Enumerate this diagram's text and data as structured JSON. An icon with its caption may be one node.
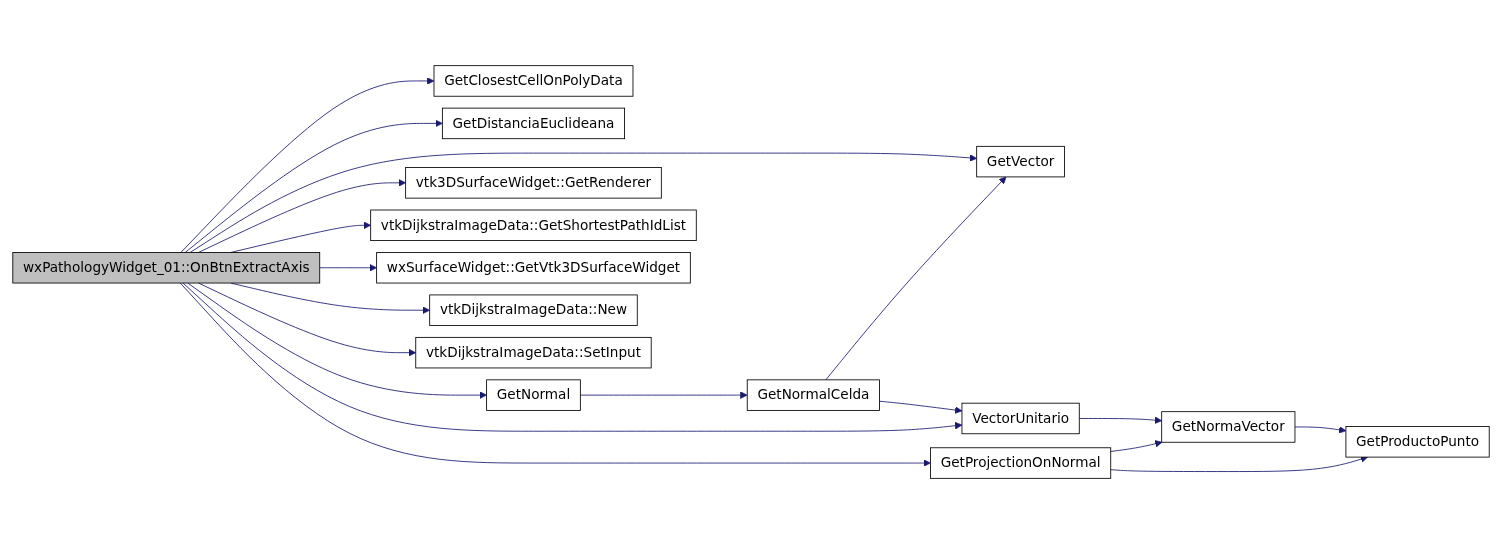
{
  "diagram": {
    "nodes": [
      {
        "text": [
          "wxPathologyWidget_01::OnBtnExtractAxis"
        ]
      },
      {
        "text": [
          "GetClosestCellOnPolyData"
        ]
      },
      {
        "text": [
          "GetDistanciaEuclideana"
        ]
      },
      {
        "text": [
          "GetVector"
        ]
      },
      {
        "text": [
          "GetNormal"
        ]
      },
      {
        "text": [
          "GetNormalCelda"
        ]
      },
      {
        "text": [
          "VectorUnitario"
        ]
      },
      {
        "text": [
          "GetNormaVector"
        ]
      },
      {
        "text": [
          "GetProductoPunto"
        ]
      },
      {
        "text": [
          "GetProjectionOnNormal"
        ]
      },
      {
        "text": [
          "vtk3DSurfaceWidget::GetRenderer"
        ]
      },
      {
        "text": [
          "vtkDijkstraImageData::GetShortestPathIdList"
        ]
      },
      {
        "text": [
          "wxSurfaceWidget::GetVtk3DSurfaceWidget"
        ]
      },
      {
        "text": [
          "vtkDijkstraImageData::New"
        ]
      },
      {
        "text": [
          "vtkDijkstraImageData::SetInput"
        ]
      }
    ],
    "edges": [
      {
        "from": 0,
        "to": 1,
        "arrow": "to"
      },
      {
        "from": 0,
        "to": 2,
        "arrow": "to"
      },
      {
        "from": 0,
        "to": 3,
        "arrow": "to"
      },
      {
        "from": 0,
        "to": 4,
        "arrow": "to"
      },
      {
        "from": 4,
        "to": 5,
        "arrow": "to"
      },
      {
        "from": 5,
        "to": 3,
        "arrow": "to"
      },
      {
        "from": 5,
        "to": 6,
        "arrow": "to"
      },
      {
        "from": 0,
        "to": 6,
        "arrow": "to"
      },
      {
        "from": 6,
        "to": 7,
        "arrow": "to"
      },
      {
        "from": 7,
        "to": 8,
        "arrow": "to"
      },
      {
        "from": 0,
        "to": 9,
        "arrow": "to"
      },
      {
        "from": 9,
        "to": 7,
        "arrow": "to"
      },
      {
        "from": 9,
        "to": 8,
        "arrow": "to"
      },
      {
        "from": 0,
        "to": 10,
        "arrow": "to"
      },
      {
        "from": 0,
        "to": 11,
        "arrow": "to"
      },
      {
        "from": 0,
        "to": 12,
        "arrow": "to"
      },
      {
        "from": 0,
        "to": 13,
        "arrow": "to"
      },
      {
        "from": 0,
        "to": 14,
        "arrow": "to"
      }
    ]
  }
}
